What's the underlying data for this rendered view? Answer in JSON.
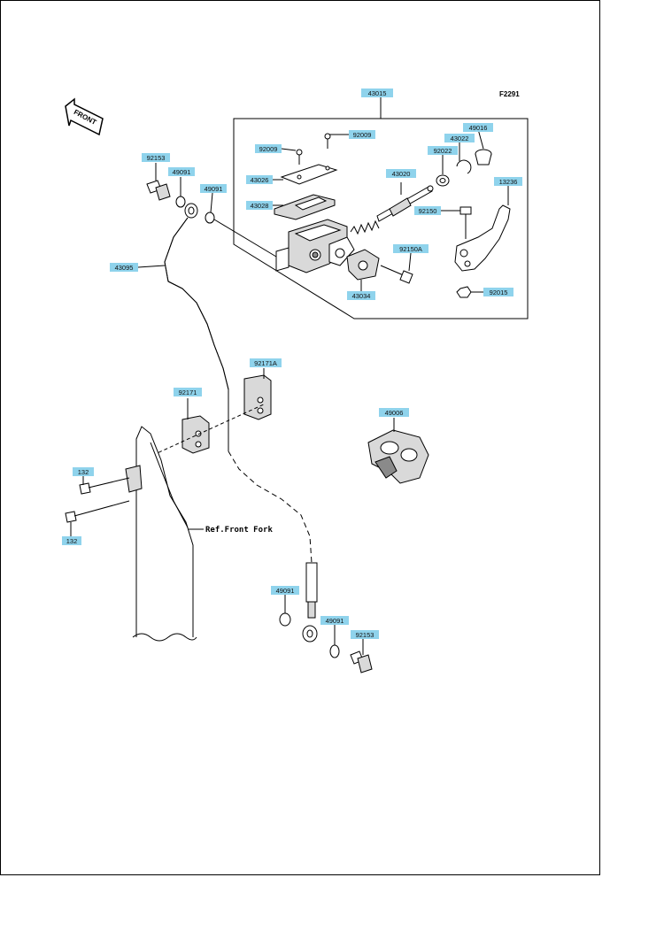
{
  "figure_id": "F2291",
  "front_label": "FRONT",
  "reference_label": "Ref.Front Fork",
  "callouts": {
    "c43015": "43015",
    "c92009a": "92009",
    "c92009b": "92009",
    "c43026": "43026",
    "c43028": "43028",
    "c43020": "43020",
    "c92022": "92022",
    "c43022": "43022",
    "c49016": "49016",
    "c13236": "13236",
    "c92150": "92150",
    "c92150A": "92150A",
    "c43034": "43034",
    "c92015": "92015",
    "c92153a": "92153",
    "c49091a": "49091",
    "c49091b": "49091",
    "c43095": "43095",
    "c92171A": "92171A",
    "c92171": "92171",
    "c49006": "49006",
    "c132a": "132",
    "c132b": "132",
    "c49091c": "49091",
    "c49091d": "49091",
    "c92153b": "92153"
  },
  "colors": {
    "callout_fill": "#8fd3ec",
    "line": "#000000",
    "frame": "#000000"
  }
}
